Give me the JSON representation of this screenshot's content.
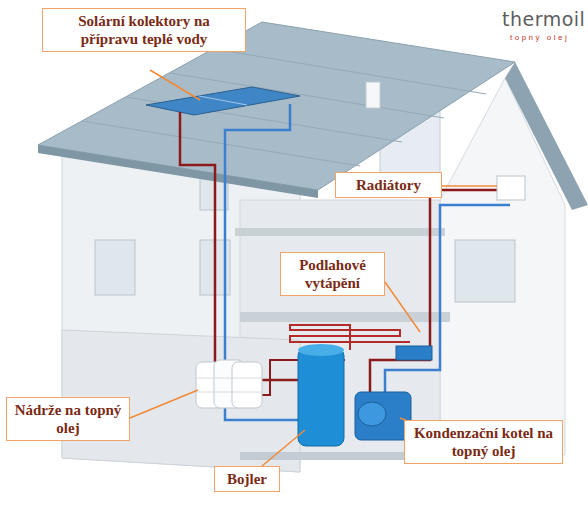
{
  "diagram": {
    "nodes": [
      {
        "text": [
          "Solární kolektory na přípravu teplé vody"
        ]
      },
      {
        "text": [
          "Radiátory"
        ]
      },
      {
        "text": [
          "Podlahové vytápění"
        ]
      },
      {
        "text": [
          "Nádrže na topný olej"
        ]
      },
      {
        "text": [
          "Kondenzační kotel na topný olej"
        ]
      },
      {
        "text": [
          "Bojler"
        ]
      }
    ],
    "labels": [
      "thermoil",
      "topný olej"
    ]
  }
}
